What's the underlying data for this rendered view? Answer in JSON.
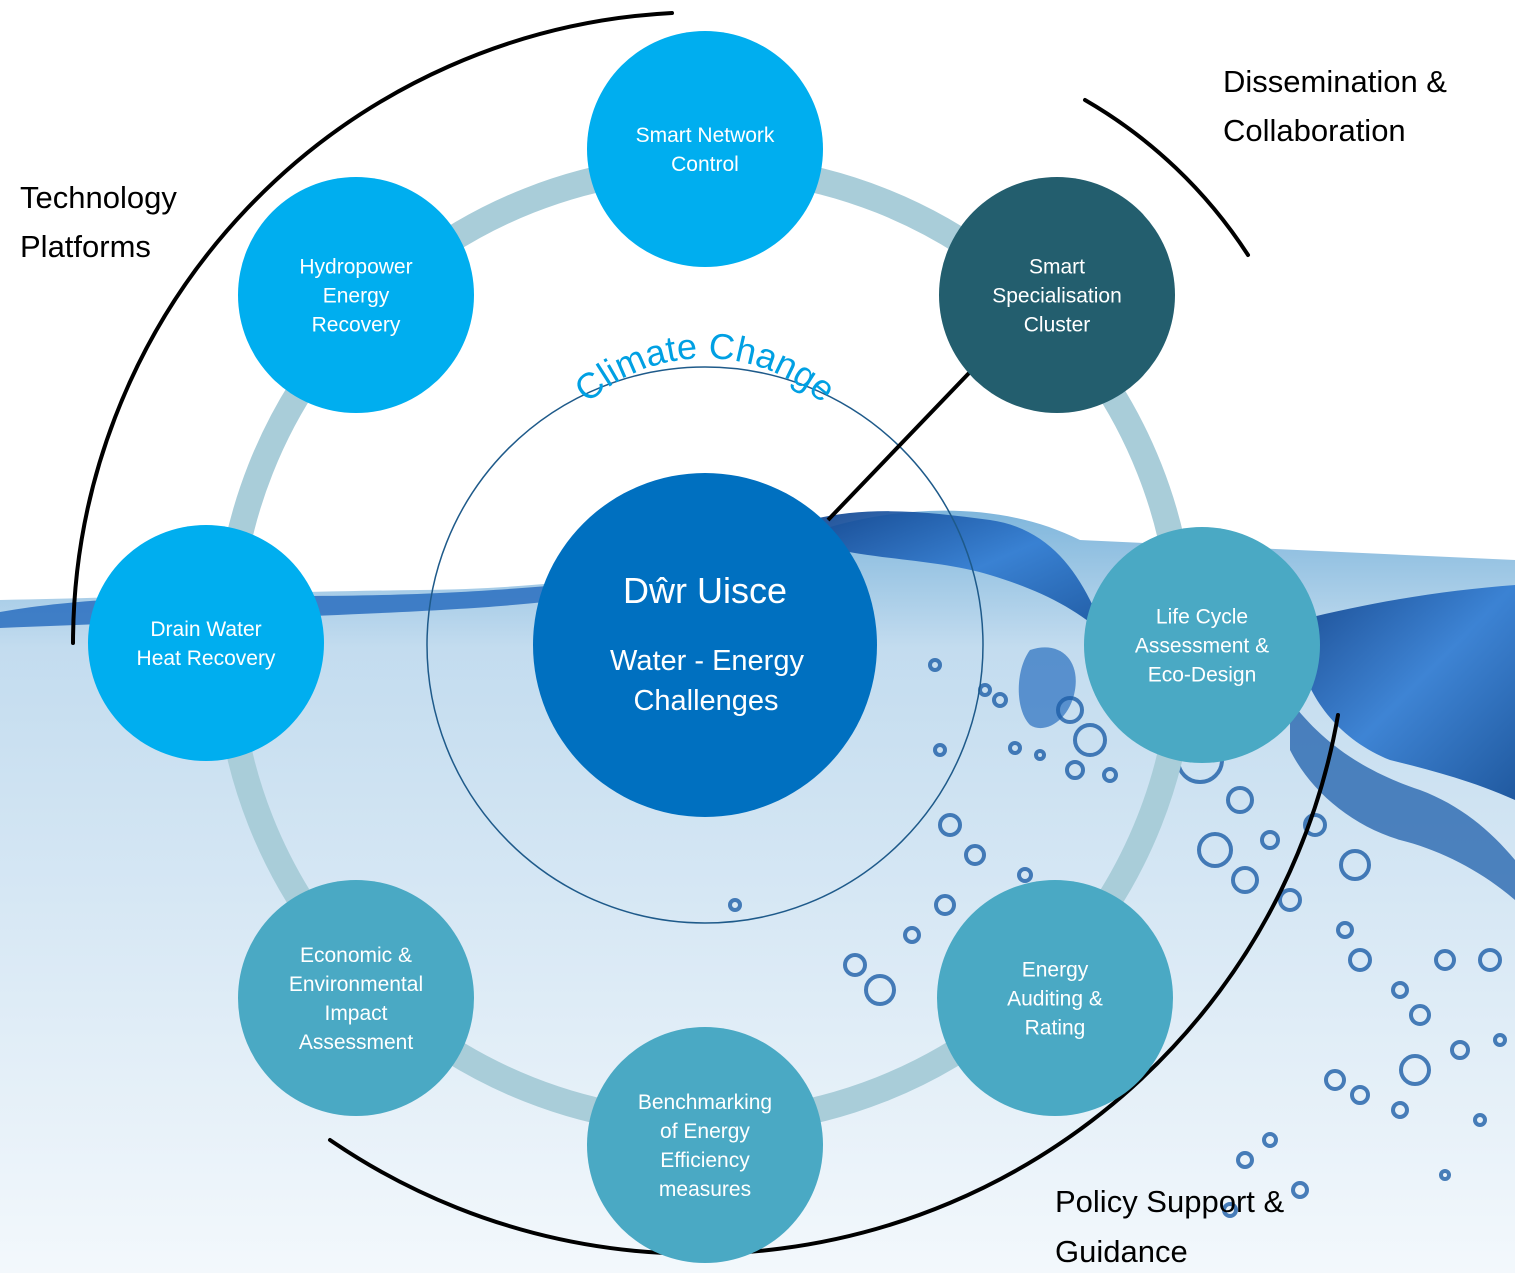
{
  "center": {
    "title": "Dŵr Uisce",
    "subtitle_line1": "Water - Energy",
    "subtitle_line2": "Challenges"
  },
  "ring_label": "Climate Change",
  "nodes": [
    {
      "id": "smart-network-control",
      "lines": [
        "Smart Network",
        "Control"
      ],
      "color": "#00aeef"
    },
    {
      "id": "smart-specialisation-cluster",
      "lines": [
        "Smart",
        "Specialisation",
        "Cluster"
      ],
      "color": "#235e6e"
    },
    {
      "id": "life-cycle-assessment",
      "lines": [
        "Life Cycle",
        "Assessment &",
        "Eco-Design"
      ],
      "color": "#4aa9c4"
    },
    {
      "id": "energy-auditing-rating",
      "lines": [
        "Energy",
        "Auditing &",
        "Rating"
      ],
      "color": "#4aa9c4"
    },
    {
      "id": "benchmarking-energy-efficiency",
      "lines": [
        "Benchmarking",
        "of Energy",
        "Efficiency",
        "measures"
      ],
      "color": "#4aa9c4"
    },
    {
      "id": "economic-environmental-impact",
      "lines": [
        "Economic &",
        "Environmental",
        "Impact",
        "Assessment"
      ],
      "color": "#4aa9c4"
    },
    {
      "id": "drain-water-heat-recovery",
      "lines": [
        "Drain Water",
        "Heat Recovery"
      ],
      "color": "#00aeef"
    },
    {
      "id": "hydropower-energy-recovery",
      "lines": [
        "Hydropower",
        "Energy",
        "Recovery"
      ],
      "color": "#00aeef"
    }
  ],
  "outer_labels": {
    "technology_platforms": [
      "Technology",
      "Platforms"
    ],
    "dissemination_collaboration": [
      "Dissemination &",
      "Collaboration"
    ],
    "policy_support": [
      "Policy Support &",
      "Guidance"
    ]
  },
  "colors": {
    "center_fill": "#0070c0",
    "ring_track": "#a9cdd9",
    "ring_label": "#00a0e3",
    "water_deep": "#1b5fa8",
    "water_light": "#dbeaf5"
  }
}
